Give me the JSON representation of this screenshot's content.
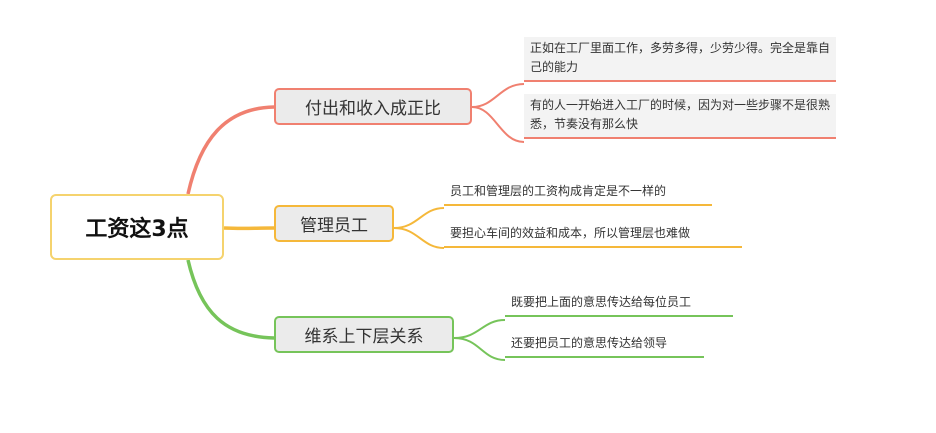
{
  "root": {
    "label": "工资这3点"
  },
  "branches": [
    {
      "label": "付出和收入成正比",
      "color": "#f08070",
      "leaves": [
        "正如在工厂里面工作，多劳多得，少劳少得。完全是靠自己的能力",
        "有的人一开始进入工厂的时候，因为对一些步骤不是很熟悉，节奏没有那么快"
      ]
    },
    {
      "label": "管理员工",
      "color": "#f5b83a",
      "leaves": [
        "员工和管理层的工资构成肯定是不一样的",
        "要担心车间的效益和成本，所以管理层也难做"
      ]
    },
    {
      "label": "维系上下层关系",
      "color": "#76c45a",
      "leaves": [
        "既要把上面的意思传达给每位员工",
        "还要把员工的意思传达给领导"
      ]
    }
  ]
}
